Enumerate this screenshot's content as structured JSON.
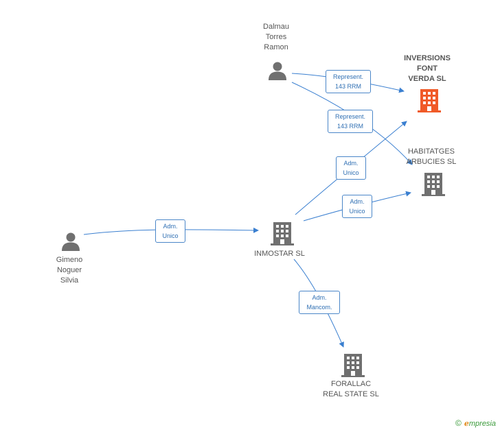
{
  "nodes": {
    "dalmau": "Dalmau\nTorres\nRamon",
    "inversions": "INVERSIONS\nFONT\nVERDA SL",
    "habitatges": "HABITATGES\nARBUCIES SL",
    "inmostar": "INMOSTAR SL",
    "gimeno": "Gimeno\nNoguer\nSilvia",
    "forallac": "FORALLAC\nREAL STATE SL"
  },
  "edges": {
    "e1": "Represent.\n143 RRM",
    "e2": "Represent.\n143 RRM",
    "e3": "Adm.\nUnico",
    "e4": "Adm.\nUnico",
    "e5": "Adm.\nUnico",
    "e6": "Adm.\nMancom."
  },
  "colors": {
    "edge": "#3a7fd0",
    "icon": "#707070",
    "focus": "#f05a28"
  },
  "footer": {
    "copyright": "©",
    "brand_e": "ℯ",
    "brand_rest": "mpresia"
  }
}
